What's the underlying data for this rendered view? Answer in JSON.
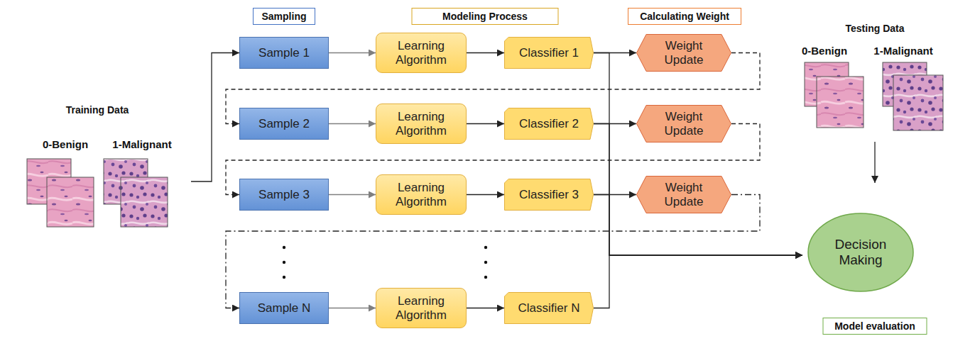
{
  "diagram": {
    "nodes": [
      {
        "text": [
          "Training Data",
          "0-Benign",
          "1-Malignant"
        ]
      },
      {
        "text": [
          "Sampling"
        ]
      },
      {
        "text": [
          "Sample 1"
        ],
        "in": 1
      },
      {
        "text": [
          "Sample 2"
        ],
        "in": 1
      },
      {
        "text": [
          "Sample 3"
        ],
        "in": 1
      },
      {
        "text": [
          "Sample N"
        ],
        "in": 1
      },
      {
        "text": [
          "Modeling Process"
        ]
      },
      {
        "text": [
          "Learning Algorithm"
        ],
        "in": 6
      },
      {
        "text": [
          "Classifier 1"
        ],
        "in": 6
      },
      {
        "text": [
          "Learning Algorithm"
        ],
        "in": 6
      },
      {
        "text": [
          "Classifier 2"
        ],
        "in": 6
      },
      {
        "text": [
          "Learning Algorithm"
        ],
        "in": 6
      },
      {
        "text": [
          "Classifier 3"
        ],
        "in": 6
      },
      {
        "text": [
          "Learning Algorithm"
        ],
        "in": 6
      },
      {
        "text": [
          "Classifier N"
        ],
        "in": 6
      },
      {
        "text": [
          "Calculating Weight"
        ]
      },
      {
        "text": [
          "Weight Update"
        ],
        "in": 15
      },
      {
        "text": [
          "Weight Update"
        ],
        "in": 15
      },
      {
        "text": [
          "Weight Update"
        ],
        "in": 15
      },
      {
        "text": [
          "Testing Data",
          "0-Benign",
          "1-Malignant"
        ]
      },
      {
        "text": [
          "Model evaluation"
        ]
      },
      {
        "text": [
          "Decision Making"
        ],
        "in": 20
      }
    ],
    "edges": [
      {
        "from": 0,
        "to": 2,
        "arrow": "to"
      },
      {
        "from": 2,
        "to": 7,
        "arrow": "to"
      },
      {
        "from": 7,
        "to": 8,
        "arrow": "to"
      },
      {
        "from": 8,
        "to": 16,
        "arrow": "to"
      },
      {
        "from": 16,
        "to": 3,
        "arrow": "to"
      },
      {
        "from": 3,
        "to": 9,
        "arrow": "to"
      },
      {
        "from": 9,
        "to": 10,
        "arrow": "to"
      },
      {
        "from": 10,
        "to": 17,
        "arrow": "to"
      },
      {
        "from": 17,
        "to": 4,
        "arrow": "to"
      },
      {
        "from": 4,
        "to": 11,
        "arrow": "to"
      },
      {
        "from": 11,
        "to": 12,
        "arrow": "to"
      },
      {
        "from": 12,
        "to": 18,
        "arrow": "to"
      },
      {
        "from": 18,
        "to": 5,
        "arrow": "to"
      },
      {
        "from": 5,
        "to": 13,
        "arrow": "to"
      },
      {
        "from": 13,
        "to": 14,
        "arrow": "to"
      },
      {
        "from": 8,
        "to": 20,
        "arrow": "to"
      },
      {
        "from": 10,
        "to": 20,
        "arrow": "to"
      },
      {
        "from": 12,
        "to": 20,
        "arrow": "to"
      },
      {
        "from": 14,
        "to": 20,
        "arrow": "to"
      },
      {
        "from": 19,
        "to": 20,
        "arrow": "to"
      }
    ]
  }
}
